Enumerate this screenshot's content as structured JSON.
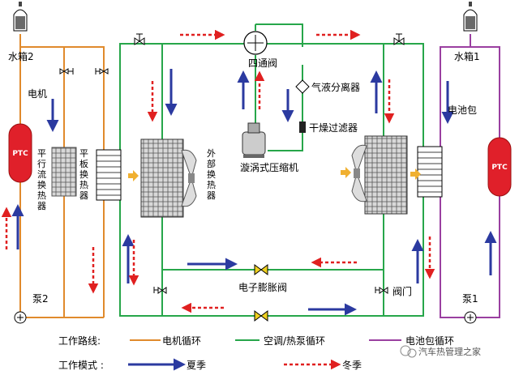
{
  "labels": {
    "tank2": "水箱2",
    "tank1": "水箱1",
    "motor": "电机",
    "battery_pack": "电池包",
    "ptc_left": "PTC",
    "ptc_right": "PTC",
    "parallel_exchanger": [
      "平",
      "行",
      "流",
      "换",
      "热",
      "器"
    ],
    "plate_exchanger": [
      "平",
      "板",
      "换",
      "热",
      "器"
    ],
    "external_exchanger": [
      "外",
      "部",
      "换",
      "热",
      "器"
    ],
    "four_way_valve": "四通阀",
    "separator": "气液分离器",
    "dry_filter": "干燥过滤器",
    "compressor": "漩涡式压缩机",
    "expansion_valve": "电子膨胀阀",
    "valve": "阀门",
    "pump2": "泵2",
    "pump1": "泵1"
  },
  "legend": {
    "route_title": "工作路线:",
    "mode_title": "工作模式 :",
    "motor_loop": "电机循环",
    "hvac_loop": "空调/热泵循环",
    "battery_loop": "电池包循环",
    "summer": "夏季",
    "winter": "冬季"
  },
  "watermark": "汽车热管理之家",
  "colors": {
    "motor_loop": "#e08a2c",
    "hvac_loop": "#27a64a",
    "battery_loop": "#9a3fa0",
    "summer": "#2b3aa0",
    "winter": "#e02020",
    "ptc": "#e0202a",
    "fan": "#f0b030"
  }
}
